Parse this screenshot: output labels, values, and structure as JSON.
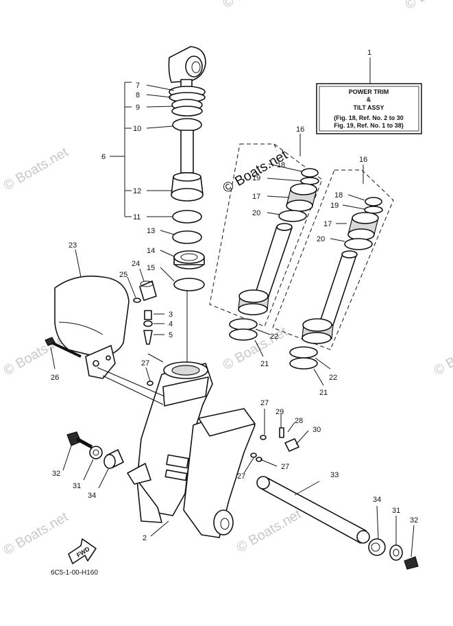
{
  "title_box": {
    "ref": "1",
    "line1": "POWER TRIM",
    "line2": "&",
    "line3": "TILT ASSY",
    "line4": "(Fig. 18, Ref. No. 2 to 30",
    "line5": "Fig. 19, Ref. No. 1 to 38)"
  },
  "watermark": "© Boats.net",
  "diagram_code": "6C5-1-00-H160",
  "fwd_label": "FWD",
  "callouts": {
    "c2": "2",
    "c3": "3",
    "c4": "4",
    "c5": "5",
    "c6": "6",
    "c7": "7",
    "c8": "8",
    "c9": "9",
    "c10": "10",
    "c11": "11",
    "c12": "12",
    "c13": "13",
    "c14": "14",
    "c15": "15",
    "c16a": "16",
    "c16b": "16",
    "c17a": "17",
    "c17b": "17",
    "c18a": "18",
    "c18b": "18",
    "c19a": "19",
    "c19b": "19",
    "c20a": "20",
    "c20b": "20",
    "c21a": "21",
    "c21b": "21",
    "c22a": "22",
    "c22b": "22",
    "c23": "23",
    "c24": "24",
    "c25": "25",
    "c26": "26",
    "c27a": "27",
    "c27b": "27",
    "c27c": "27",
    "c27d": "27",
    "c28": "28",
    "c29": "29",
    "c30": "30",
    "c31a": "31",
    "c31b": "31",
    "c32a": "32",
    "c32b": "32",
    "c33": "33",
    "c34a": "34",
    "c34b": "34"
  }
}
